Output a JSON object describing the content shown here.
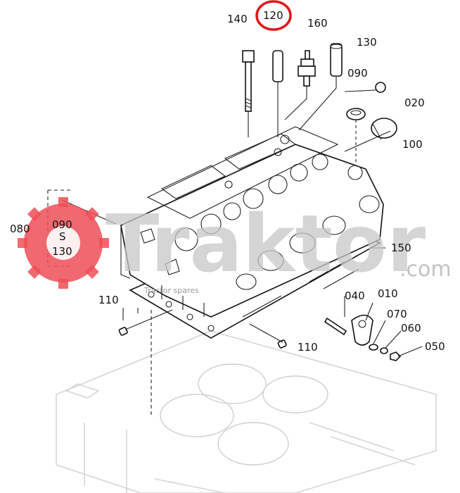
{
  "labels": {
    "p140": "140",
    "p120": "120",
    "p160": "160",
    "p130": "130",
    "p090": "090",
    "p020": "020",
    "p100": "100",
    "p150": "150",
    "p080": "080",
    "p090b": "090",
    "p130b": "130",
    "range_sep": "S",
    "p110a": "110",
    "p110b": "110",
    "p040": "040",
    "p010": "010",
    "p070": "070",
    "p060": "060",
    "p050": "050"
  },
  "watermark": {
    "brand": "Traktor",
    "suffix": ".com",
    "tagline": "Tractor spares"
  },
  "highlight": {
    "part": "120",
    "color": "#e0141b"
  },
  "colors": {
    "logo_red": "#ef4f57",
    "ink": "#111111",
    "watermark_gray": "#c8c8c8"
  }
}
